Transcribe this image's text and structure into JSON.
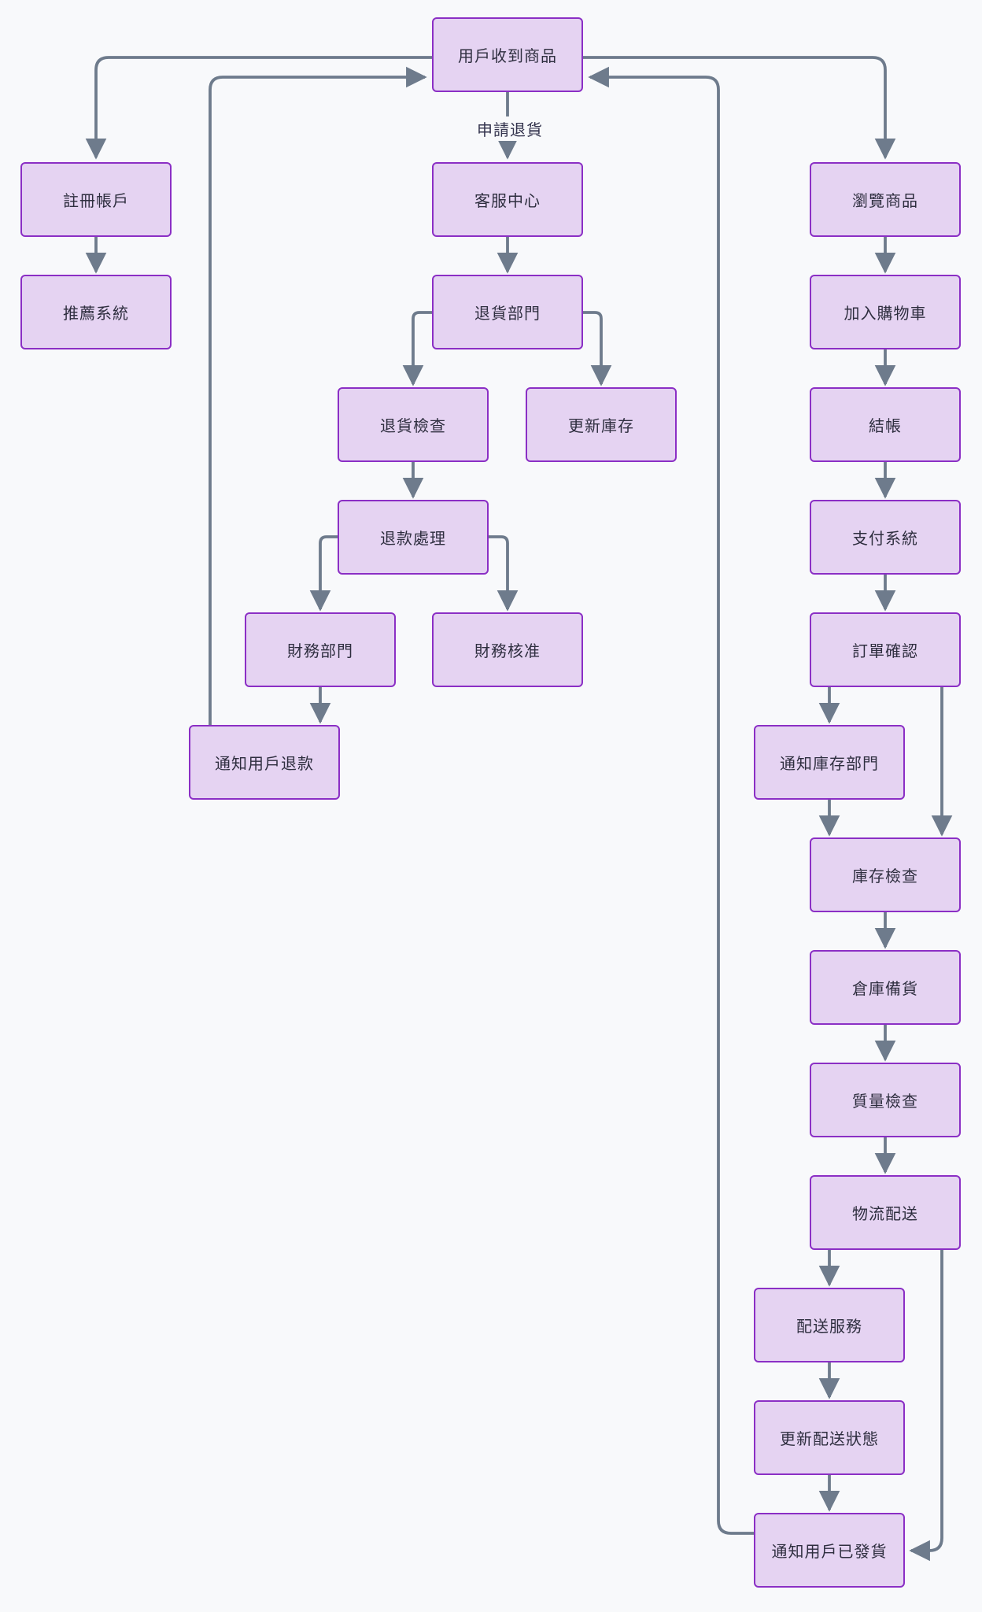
{
  "diagram": {
    "type": "flowchart",
    "direction": "top-down",
    "colors": {
      "bg": "#f8f9fb",
      "node_fill": "#e5d3f2",
      "node_border": "#8b2fc5",
      "node_text": "#2e2e3f",
      "edge": "#6e7b8c",
      "label_text": "#33334d"
    },
    "nodes": {
      "user_receives": {
        "label": "用戶收到商品"
      },
      "register": {
        "label": "註冊帳戶"
      },
      "recommend": {
        "label": "推薦系統"
      },
      "service": {
        "label": "客服中心"
      },
      "returns_dept": {
        "label": "退貨部門"
      },
      "return_check": {
        "label": "退貨檢查"
      },
      "update_inventory": {
        "label": "更新庫存"
      },
      "refund_process": {
        "label": "退款處理"
      },
      "finance_dept": {
        "label": "財務部門"
      },
      "finance_approve": {
        "label": "財務核准"
      },
      "notify_refund": {
        "label": "通知用戶退款"
      },
      "browse": {
        "label": "瀏覽商品"
      },
      "cart": {
        "label": "加入購物車"
      },
      "checkout": {
        "label": "結帳"
      },
      "payment": {
        "label": "支付系統"
      },
      "order_confirm": {
        "label": "訂單確認"
      },
      "notify_inventory": {
        "label": "通知庫存部門"
      },
      "inventory_check": {
        "label": "庫存檢查"
      },
      "warehouse": {
        "label": "倉庫備貨"
      },
      "quality": {
        "label": "質量檢查"
      },
      "logistics": {
        "label": "物流配送"
      },
      "delivery": {
        "label": "配送服務"
      },
      "update_delivery": {
        "label": "更新配送狀態"
      },
      "notify_shipped": {
        "label": "通知用戶已發貨"
      }
    },
    "edge_label": "申請退貨",
    "edges": [
      {
        "from": "用戶收到商品",
        "to": "客服中心",
        "label": "申請退貨"
      },
      {
        "from": "客服中心",
        "to": "退貨部門"
      },
      {
        "from": "退貨部門",
        "to": "退貨檢查"
      },
      {
        "from": "退貨部門",
        "to": "更新庫存"
      },
      {
        "from": "退貨檢查",
        "to": "退款處理"
      },
      {
        "from": "退款處理",
        "to": "財務部門"
      },
      {
        "from": "退款處理",
        "to": "財務核准"
      },
      {
        "from": "財務部門",
        "to": "通知用戶退款"
      },
      {
        "from": "通知用戶退款",
        "to": "用戶收到商品"
      },
      {
        "from": "用戶收到商品",
        "to": "註冊帳戶"
      },
      {
        "from": "註冊帳戶",
        "to": "推薦系統"
      },
      {
        "from": "用戶收到商品",
        "to": "瀏覽商品"
      },
      {
        "from": "瀏覽商品",
        "to": "加入購物車"
      },
      {
        "from": "加入購物車",
        "to": "結帳"
      },
      {
        "from": "結帳",
        "to": "支付系統"
      },
      {
        "from": "支付系統",
        "to": "訂單確認"
      },
      {
        "from": "訂單確認",
        "to": "通知庫存部門"
      },
      {
        "from": "訂單確認",
        "to": "庫存檢查"
      },
      {
        "from": "通知庫存部門",
        "to": "庫存檢查"
      },
      {
        "from": "庫存檢查",
        "to": "倉庫備貨"
      },
      {
        "from": "倉庫備貨",
        "to": "質量檢查"
      },
      {
        "from": "質量檢查",
        "to": "物流配送"
      },
      {
        "from": "物流配送",
        "to": "配送服務"
      },
      {
        "from": "物流配送",
        "to": "通知用戶已發貨"
      },
      {
        "from": "配送服務",
        "to": "更新配送狀態"
      },
      {
        "from": "更新配送狀態",
        "to": "通知用戶已發貨"
      },
      {
        "from": "通知用戶已發貨",
        "to": "用戶收到商品"
      }
    ]
  }
}
